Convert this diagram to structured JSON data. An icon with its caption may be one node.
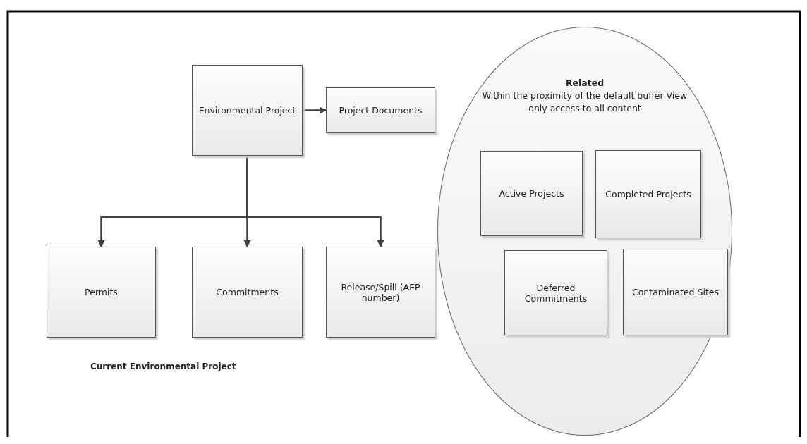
{
  "diagram": {
    "nodes": [
      {
        "text": [
          "Environmental Project"
        ]
      },
      {
        "text": [
          "Project Documents"
        ]
      },
      {
        "text": [
          "Permits"
        ]
      },
      {
        "text": [
          "Commitments"
        ]
      },
      {
        "text": [
          "Release/Spill (AEP number)"
        ]
      },
      {
        "text": [
          "Related",
          "Within the proximity of the default buffer View only access to all content"
        ]
      },
      {
        "text": [
          "Active Projects"
        ],
        "in": 5
      },
      {
        "text": [
          "Completed Projects"
        ],
        "in": 5
      },
      {
        "text": [
          "Deferred Commitments"
        ],
        "in": 5
      },
      {
        "text": [
          "Contaminated Sites"
        ],
        "in": 5
      }
    ],
    "edges": [
      {
        "from": 0,
        "to": 1,
        "arrow": "to"
      },
      {
        "from": 0,
        "to": 2,
        "arrow": "to"
      },
      {
        "from": 0,
        "to": 3,
        "arrow": "to"
      },
      {
        "from": 0,
        "to": 4,
        "arrow": "to"
      }
    ],
    "labels": [
      "Current Environmental Project"
    ]
  }
}
